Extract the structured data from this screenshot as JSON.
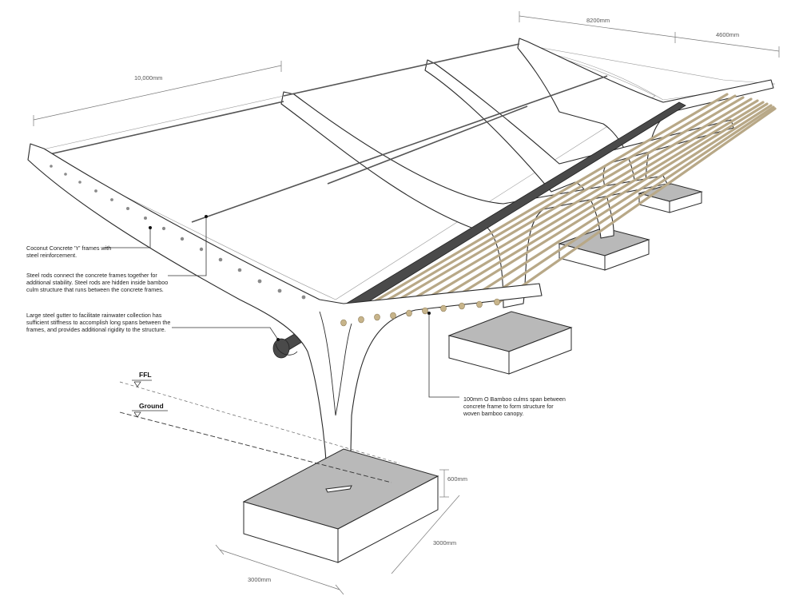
{
  "dimensions": {
    "length": "10,000mm",
    "width_total": "8200mm",
    "width_partial": "4600mm",
    "footing_height": "600mm",
    "footing_depth": "3000mm",
    "footing_width": "3000mm"
  },
  "levels": {
    "ffl": "FFL",
    "ground": "Ground"
  },
  "annotations": {
    "frames": [
      "Coconut Concrete 'Y' frames with",
      "steel reinforcement."
    ],
    "rods": [
      "Steel rods connect the concrete frames together for",
      "additional stability.  Steel rods are hidden inside bamboo",
      "culm structure that runs between the concrete frames."
    ],
    "gutter": [
      "Large steel gutter to facilitate rainwater collection has",
      "sufficient stiffness to accomplish long spans between the",
      "frames, and provides additional rigidity to the structure."
    ],
    "bamboo": [
      "100mm O  Bamboo culms span between",
      "concrete frame to form structure for",
      "woven bamboo canopy."
    ]
  },
  "colors": {
    "concrete": "#ffffff",
    "footing_top": "#b9b9b9",
    "bamboo": "#b8a887",
    "gutter": "#4a4a4a"
  }
}
